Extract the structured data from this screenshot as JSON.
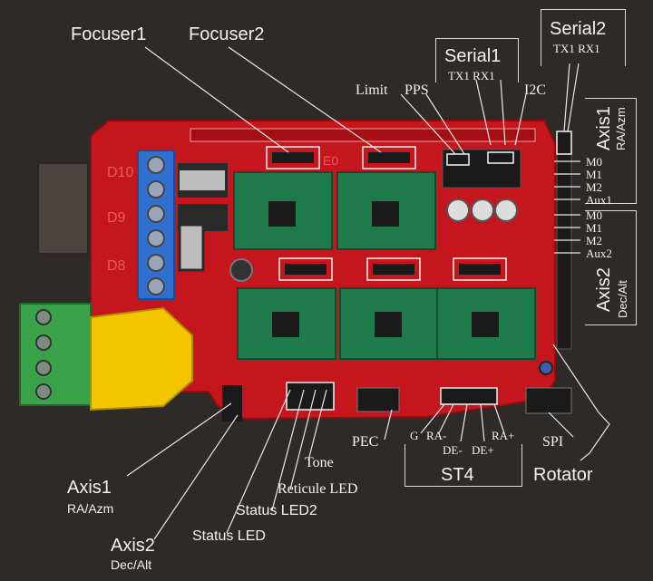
{
  "labels": {
    "focuser1": "Focuser1",
    "focuser2": "Focuser2",
    "serial1": "Serial1",
    "serial1_pins": "TX1 RX1",
    "serial2": "Serial2",
    "serial2_pins": "TX1 RX1",
    "limit": "Limit",
    "pps": "PPS",
    "i2c": "I2C",
    "axis1_right": "Axis1",
    "axis1_right_sub": "RA/Azm",
    "axis2_right": "Axis2",
    "axis2_right_sub": "Dec/Alt",
    "pins_axis1": [
      "M0",
      "M1",
      "M2",
      "Aux1"
    ],
    "pins_axis2": [
      "M0",
      "M1",
      "M2",
      "Aux2"
    ],
    "axis1_left": "Axis1",
    "axis1_left_sub": "RA/Azm",
    "axis2_left": "Axis2",
    "axis2_left_sub": "Dec/Alt",
    "status_led": "Status LED",
    "status_led2": "Status LED2",
    "reticule_led": "Reticule LED",
    "tone": "Tone",
    "pec": "PEC",
    "st4": "ST4",
    "st4_g": "G",
    "st4_ra_minus": "RA-",
    "st4_de_minus": "DE-",
    "st4_de_plus": "DE+",
    "st4_ra_plus": "RA+",
    "spi": "SPI",
    "rotator": "Rotator"
  },
  "colors": {
    "background": "#2e2a27",
    "board": "#c4161c",
    "driver": "#1f7a4c",
    "terminal_blue": "#2f6fd0",
    "terminal_green": "#3aa34a",
    "fuse": "#f2c500",
    "text": "#f2f2f2"
  }
}
